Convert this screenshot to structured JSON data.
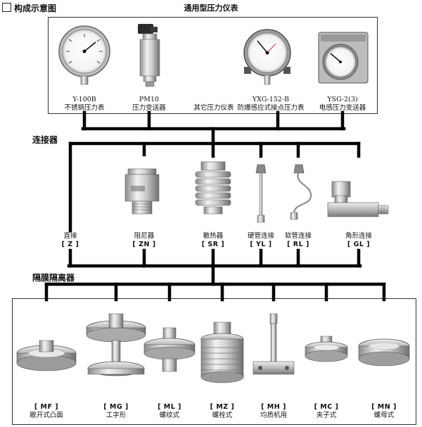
{
  "header": {
    "title": "构成示意图",
    "top_label": "通用型压力仪表"
  },
  "gauges": [
    {
      "model": "Y-100B",
      "name": "不锈钢压力表"
    },
    {
      "model": "PM10",
      "name": "压力变送器"
    },
    {
      "model": "",
      "name": "其它压力仪表"
    },
    {
      "model": "YXG-152-B",
      "name": "防爆感应式接点压力表"
    },
    {
      "model": "YSG-2(3)",
      "name": "电感压力变送器"
    }
  ],
  "sections": {
    "connectors": "连接器",
    "isolators": "隔膜隔离器"
  },
  "connectors": [
    {
      "name": "直接",
      "code": "[ Z ]"
    },
    {
      "name": "阻尼器",
      "code": "[ ZN ]"
    },
    {
      "name": "散热器",
      "code": "[ SR ]"
    },
    {
      "name": "硬管连接",
      "code": "[ YL ]"
    },
    {
      "name": "软管连接",
      "code": "[ RL ]"
    },
    {
      "name": "角形连接",
      "code": "[ GL ]"
    }
  ],
  "isolators": [
    {
      "code": "[ MF ]",
      "name": "敞开式凸面"
    },
    {
      "code": "[ MG ]",
      "name": "工字形"
    },
    {
      "code": "[ ML ]",
      "name": "螺纹式"
    },
    {
      "code": "[ MZ ]",
      "name": "螺栓式"
    },
    {
      "code": "[ MH ]",
      "name": "均质机用"
    },
    {
      "code": "[ MC ]",
      "name": "夹子式"
    },
    {
      "code": "[ MN ]",
      "name": "螺母式"
    }
  ]
}
